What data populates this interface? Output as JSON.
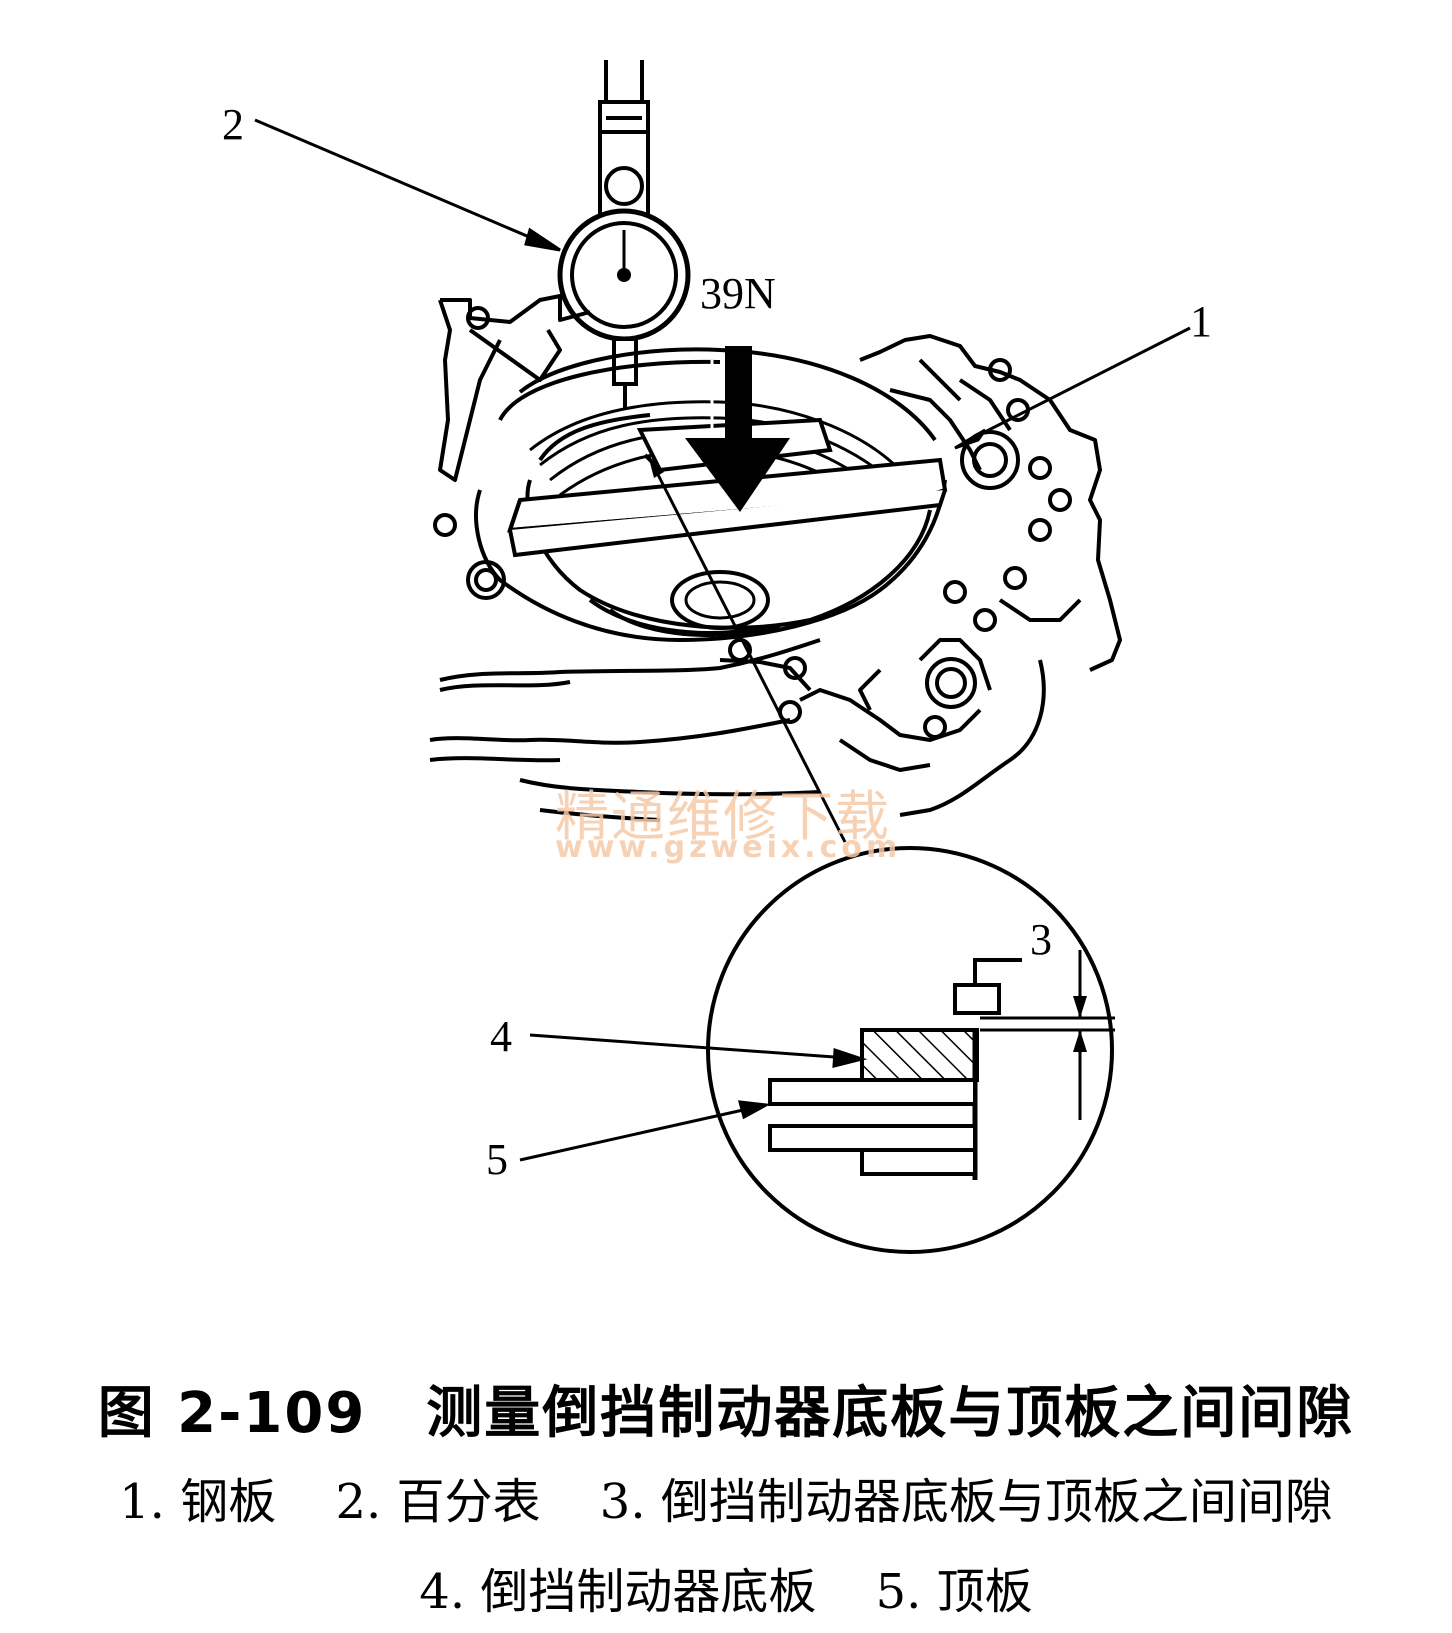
{
  "callouts": {
    "c1": "1",
    "c2": "2",
    "c3": "3",
    "c4": "4",
    "c5": "5"
  },
  "force_label": "39N",
  "watermark": {
    "chinese": "精通维修下载",
    "url": "www.gzweix.com"
  },
  "caption": {
    "figure_number": "图 2-109",
    "title": "测量倒挡制动器底板与顶板之间间隙"
  },
  "legend": {
    "line1": [
      "1. 钢板",
      "2. 百分表",
      "3. 倒挡制动器底板与顶板之间间隙"
    ],
    "line2": [
      "4. 倒挡制动器底板",
      "5. 顶板"
    ]
  },
  "colors": {
    "ink": "#000000",
    "watermark": "#f6c9a8"
  }
}
